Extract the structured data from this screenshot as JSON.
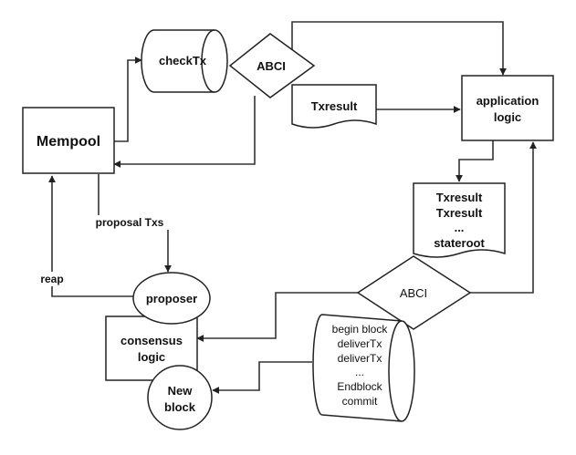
{
  "nodes": {
    "mempool": "Mempool",
    "checktx": "checkTx",
    "abci_top": "ABCI",
    "txresult_doc": "Txresult",
    "app_logic": [
      "application",
      "logic"
    ],
    "results_doc": [
      "Txresult",
      "Txresult",
      "...",
      "stateroot"
    ],
    "abci_mid": "ABCI",
    "proposer": "proposer",
    "consensus": [
      "consensus",
      "logic"
    ],
    "new_block": [
      "New",
      "block"
    ],
    "block_ops": [
      "begin block",
      "deliverTx",
      "deliverTx",
      "...",
      "Endblock",
      "commit"
    ]
  },
  "edge_labels": {
    "proposal": "proposal Txs",
    "reap": "reap"
  }
}
